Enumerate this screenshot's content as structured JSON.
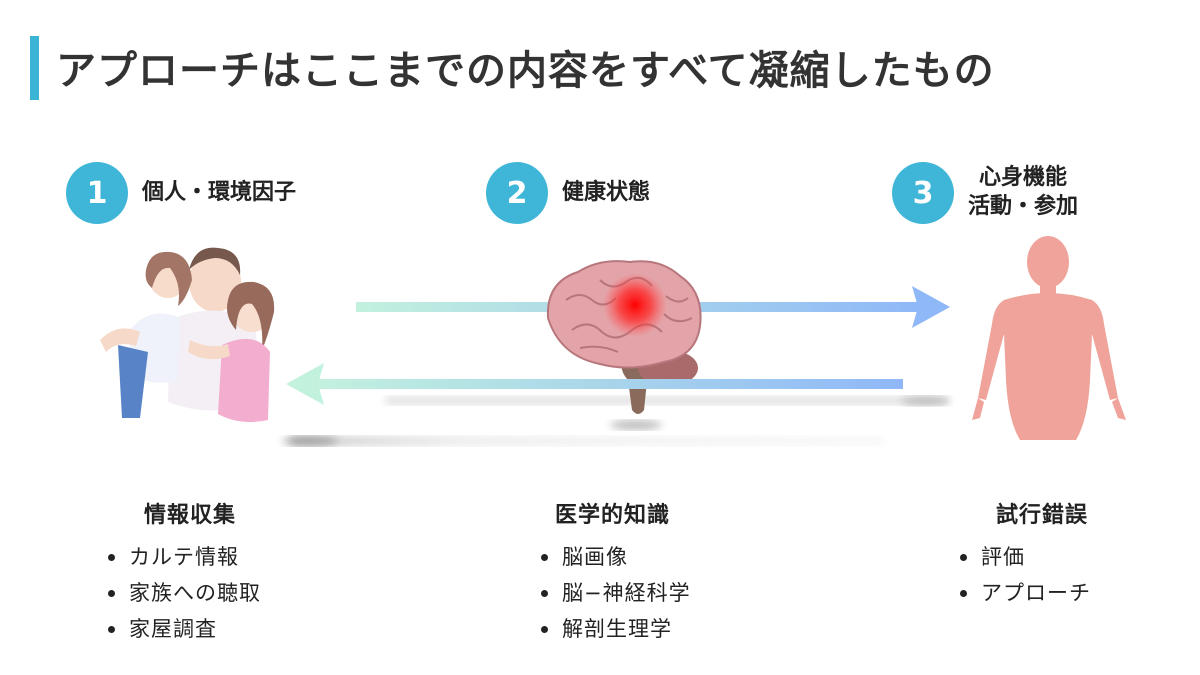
{
  "title": "アプローチはここまでの内容をすべて凝縮したもの",
  "steps": [
    {
      "number": "1",
      "label": "個人・環境因子"
    },
    {
      "number": "2",
      "label": "健康状態"
    },
    {
      "number": "3",
      "label_line1": "心身機能",
      "label_line2": "活動・参加"
    }
  ],
  "columns": [
    {
      "heading": "情報収集",
      "items": [
        "カルテ情報",
        "家族への聴取",
        "家屋調査"
      ]
    },
    {
      "heading": "医学的知識",
      "items": [
        "脳画像",
        "脳−神経科学",
        "解剖生理学"
      ]
    },
    {
      "heading": "試行錯誤",
      "items": [
        "評価",
        "アプローチ"
      ]
    }
  ],
  "colors": {
    "accent": "#3fb6d8",
    "arrow_green": "#bff0dc",
    "arrow_blue": "#8fb8f8",
    "body_pink": "#f0a39a",
    "brain_pink": "#e6a3a8",
    "lesion_red": "#ff1a1a"
  },
  "icons": [
    "family-illustration",
    "brain-illustration",
    "human-body-illustration",
    "right-arrow-icon",
    "left-arrow-icon"
  ]
}
